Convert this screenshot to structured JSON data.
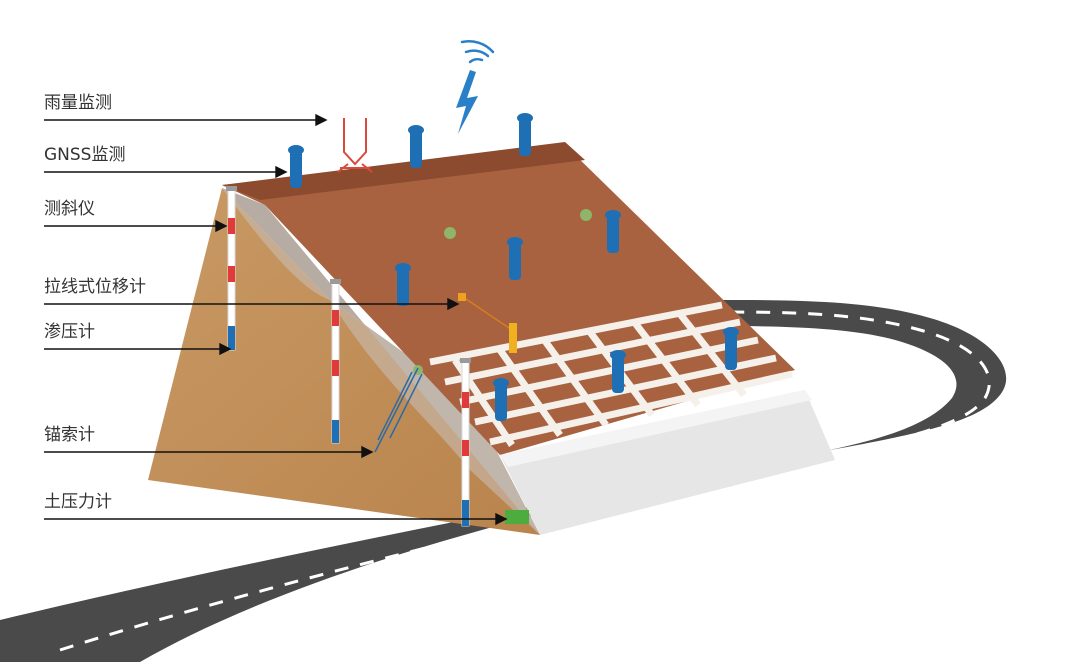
{
  "labels": {
    "rain": "雨量监测",
    "gnss": "GNSS监测",
    "inclinometer": "测斜仪",
    "wire_displacement": "拉线式位移计",
    "piezometer": "渗压计",
    "anchor_cable": "锚索计",
    "earth_pressure": "土压力计"
  },
  "colors": {
    "slope_top": "#8c4a2e",
    "slope_face": "#a8623f",
    "soil_section": "#c58a55",
    "cut_face": "#b7aca3",
    "retaining_wall": "#e6e6e6",
    "road": "#4a4a4a",
    "sensor_blue": "#1f6fb5",
    "signal_blue": "#2a80c8"
  }
}
